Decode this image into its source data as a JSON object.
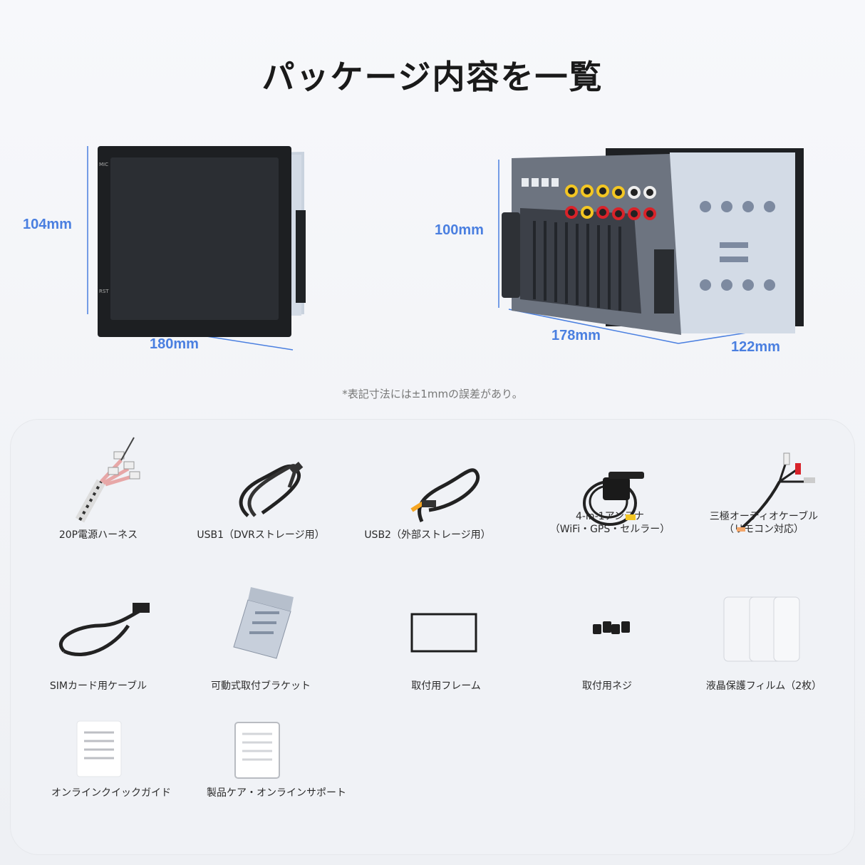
{
  "title": "パッケージ内容を一覧",
  "front_unit": {
    "height_label": "104mm",
    "width_label": "180mm",
    "panel_marks": [
      "MIC",
      "RST"
    ]
  },
  "rear_unit": {
    "height_label": "100mm",
    "width_label": "178mm",
    "depth_label": "122mm"
  },
  "note": "*表記寸法には±1mmの誤差があり。",
  "items": [
    {
      "label": "20P電源ハーネス"
    },
    {
      "label": "USB1（DVRストレージ用）"
    },
    {
      "label": "USB2（外部ストレージ用）"
    },
    {
      "label": "4-in-1アンテナ\n（WiFi・GPS・セルラー）"
    },
    {
      "label": "三極オーディオケーブル\n（リモコン対応）"
    },
    {
      "label": "SIMカード用ケーブル"
    },
    {
      "label": "可動式取付ブラケット"
    },
    {
      "label": "取付用フレーム"
    },
    {
      "label": "取付用ネジ"
    },
    {
      "label": "液晶保護フィルム（2枚）"
    },
    {
      "label": "オンラインクイックガイド"
    },
    {
      "label": "製品ケア・オンラインサポート"
    }
  ],
  "colors": {
    "accent": "#4a7fe0"
  }
}
